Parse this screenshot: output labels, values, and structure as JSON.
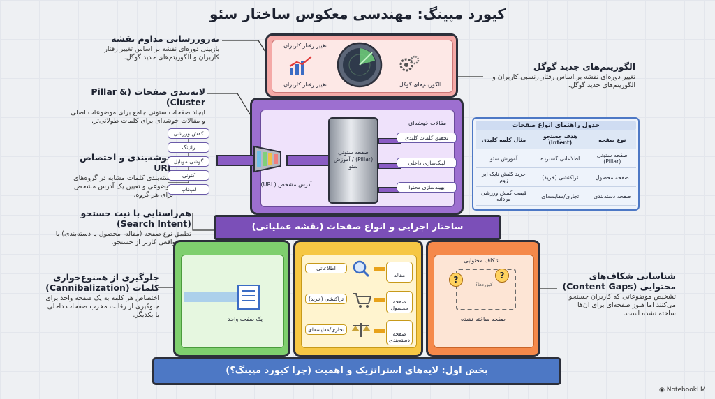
{
  "title": "کیورد مپینگ: مهندسی معکوس ساختار سئو",
  "callouts": {
    "update": {
      "heading": "به‌روزرسانی مداوم نقشه",
      "desc": "بازبینی دوره‌ای نقشه بر اساس تغییر رفتار کاربران و الگوریتم‌های جدید گوگل."
    },
    "algorithms": {
      "heading": "الگوریتم‌های جدید گوگل",
      "desc": "تغییر دوره‌ای نقشه بر اساس رفتار رنسبی کاربران و الگوریتم‌های جدید گوگل."
    },
    "pillar": {
      "heading": "لایه‌بندی صفحات (Pillar & Cluster)",
      "desc": "ایجاد صفحات ستونی جامع برای موضوعات اصلی و مقالات خوشه‌ای برای کلمات طولانی‌تر."
    },
    "clustering": {
      "heading": "خوشه‌بندی و اختصاص URL",
      "desc": "دسته‌بندی کلمات مشابه در گروه‌های موضوعی و تعیین یک آدرس مشخص برای هر گروه."
    },
    "intent": {
      "heading": "هم‌راستایی با نیت جستجو (Search Intent)",
      "desc": "تطبیق نوع صفحه (مقاله، محصول یا دسته‌بندی) با هدف واقعی کاربر از جستجو."
    },
    "cannibal": {
      "heading": "جلوگیری از همنوع‌خواری کلمات (Cannibalization)",
      "desc": "اختصاص هر کلمه به یک صفحه واحد برای جلوگیری از رقابت مخرب صفحات داخلی با یکدیگر."
    },
    "gaps": {
      "heading": "شناسایی شکاف‌های محتوایی (Content Gaps)",
      "desc": "تشخیص موضوعاتی که کاربران جستجو می‌کنند اما هنوز صفحه‌ای برای آن‌ها ساخته نشده است."
    }
  },
  "top_box": {
    "user_behavior_top": "تغییر رفتار کاربران",
    "user_behavior_bottom": "تغییر رفتار کاربران",
    "google_algos": "الگوریتم‌های گوگل"
  },
  "middle": {
    "keywords": [
      "کفش ورزشی",
      "رانینگ",
      "گوشی موبایل",
      "کتونی",
      "لپ‌تاپ"
    ],
    "url_label": "آدرس مشخص (URL)",
    "pillar_label": "صفحه ستونی (Pillar) / آموزش سئو",
    "cluster_header": "مقالات خوشه‌ای",
    "cluster_items": [
      "تحقیق کلمات کلیدی",
      "لینک‌سازی داخلی",
      "بهینه‌سازی محتوا"
    ],
    "band": "ساختار اجرایی و انواع صفحات (نقشه عملیاتی)"
  },
  "table": {
    "title": "جدول راهنمای انواع صفحات",
    "headers": [
      "نوع صفحه",
      "هدف جستجو (Intent)",
      "مثال کلمه کلیدی"
    ],
    "rows": [
      [
        "صفحه ستونی (Pillar)",
        "اطلاعاتی گسترده",
        "آموزش سئو"
      ],
      [
        "صفحه محصول",
        "تراکنشی (خرید)",
        "خرید کفش نایک ایر زوم"
      ],
      [
        "صفحه دسته‌بندی",
        "تجاری/مقایسه‌ای",
        "قیمت کفش ورزشی مردانه"
      ]
    ]
  },
  "bottom": {
    "green_label": "یک صفحه واحد",
    "intents": [
      "اطلاعاتی",
      "تراکنشی (خرید)",
      "تجاری/مقایسه‌ای"
    ],
    "pages": [
      "مقاله",
      "صفحه محصول",
      "صفحه دسته‌بندی"
    ],
    "gap_top": "شکاف محتوایی",
    "gap_question": "کیورد‌ها؟",
    "gap_bottom": "صفحه ساخته نشده",
    "band": "بخش اول: لایه‌های استراتژیک و اهمیت (چرا کیورد مپینگ؟)"
  },
  "brand": "NotebookLM",
  "colors": {
    "top": "#f4a9a7",
    "purple": "#9d6fd0",
    "band_purple": "#7b4fb8",
    "green": "#7fcf6e",
    "yellow": "#f6c744",
    "orange": "#f5894a",
    "blue_band": "#4d78c5",
    "table_bg": "#eef3fb"
  }
}
